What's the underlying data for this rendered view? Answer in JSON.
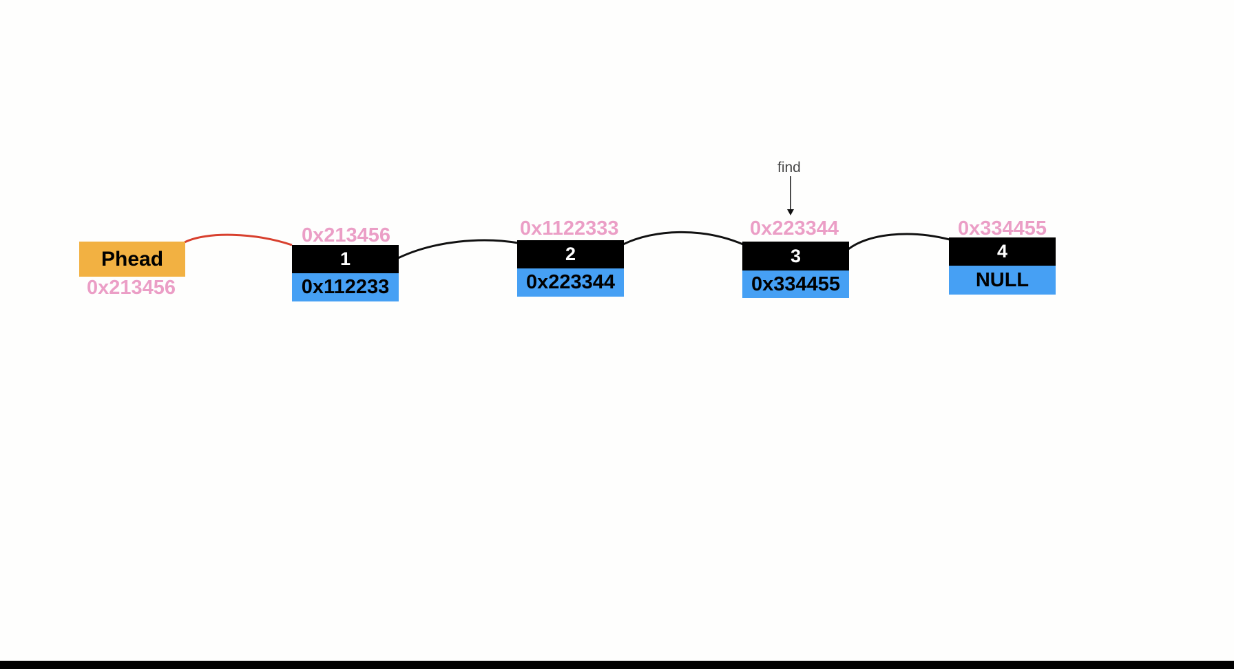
{
  "head": {
    "label": "Phead",
    "address": "0x213456"
  },
  "nodes": [
    {
      "data": "1",
      "next": "0x112233",
      "address": "0x213456"
    },
    {
      "data": "2",
      "next": "0x223344",
      "address": "0x1122333"
    },
    {
      "data": "3",
      "next": "0x334455",
      "address": "0x223344"
    },
    {
      "data": "4",
      "next": "NULL",
      "address": "0x334455"
    }
  ],
  "find_pointer": {
    "label": "find",
    "target_node_index": 2
  },
  "colors": {
    "head_fill": "#f2b142",
    "data_fill": "#000000",
    "next_fill": "#46a0f4",
    "address_text": "#eb9ec6",
    "head_link": "#d8402e",
    "node_link": "#111111",
    "bottom_bar": "#000000"
  }
}
